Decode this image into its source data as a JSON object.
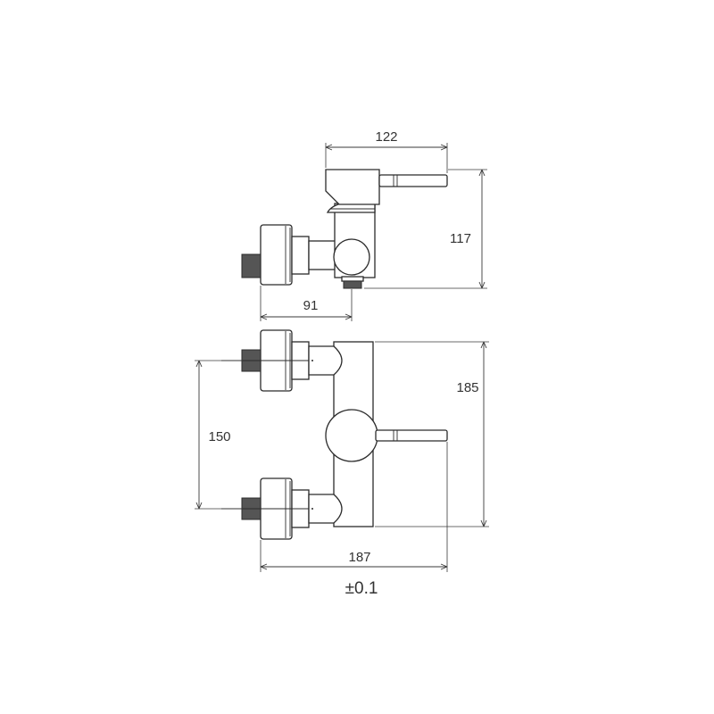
{
  "diagram": {
    "dimensions": {
      "top_width": "122",
      "side_height": "117",
      "depth": "91",
      "front_height": "185",
      "centers": "150",
      "overall_width": "187"
    },
    "tolerance": "±0.1",
    "colors": {
      "line": "#2b2b2b",
      "dark_fill": "#555555",
      "text": "#333333"
    }
  }
}
